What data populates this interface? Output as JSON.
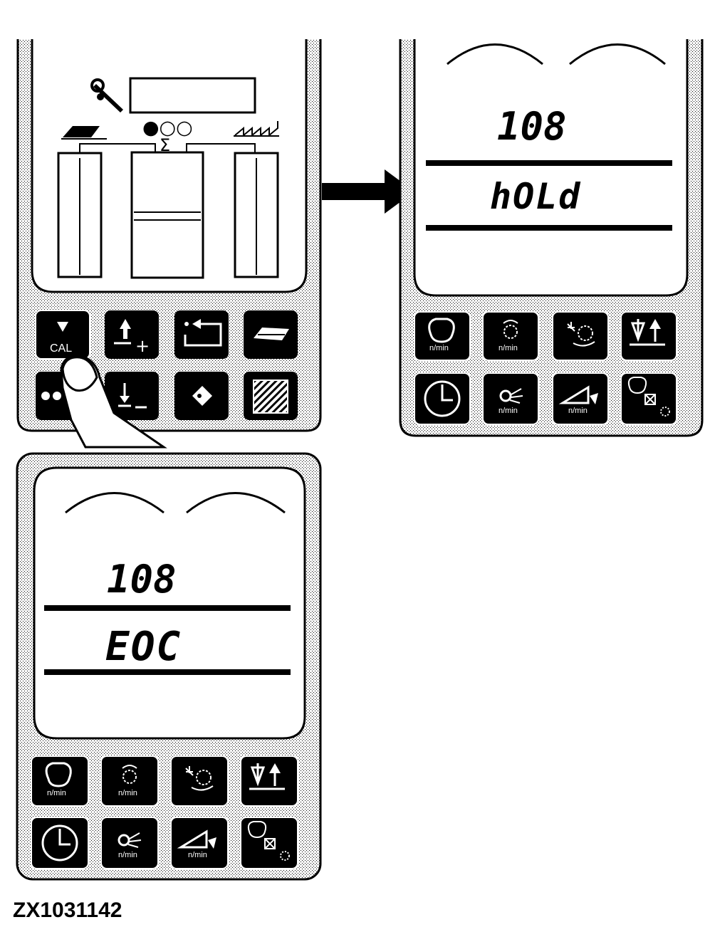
{
  "figure_id": "ZX1031142",
  "panel_a": {
    "cal_label": "CAL",
    "lamps": "●○○",
    "sigma": "Σ"
  },
  "panel_b": {
    "reading_top": "108",
    "reading_bottom": "hOLd",
    "key_units": [
      "n/min",
      "n/min",
      "n/min",
      "n/min"
    ]
  },
  "panel_c": {
    "reading_top": "108",
    "reading_bottom": "EOC",
    "key_units": [
      "n/min",
      "n/min",
      "n/min",
      "n/min"
    ]
  }
}
